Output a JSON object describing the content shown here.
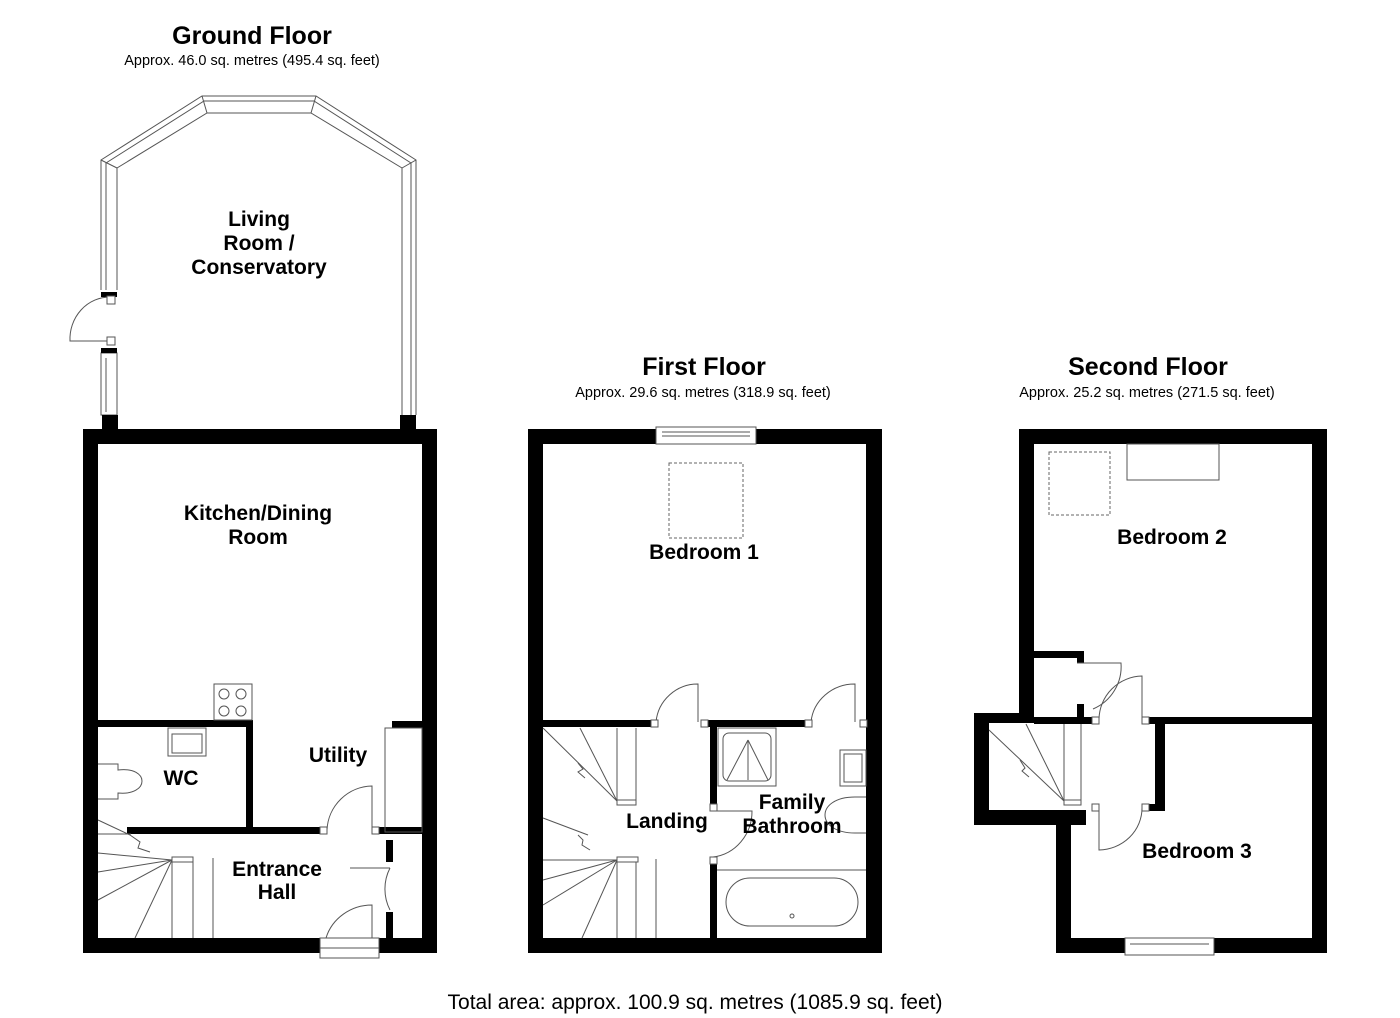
{
  "floors": [
    {
      "id": "ground",
      "title": "Ground Floor",
      "area": "Approx. 46.0 sq. metres (495.4 sq. feet)",
      "rooms": {
        "living_line1": "Living",
        "living_line2": "Room /",
        "living_line3": "Conservatory",
        "kitchen_line1": "Kitchen/Dining",
        "kitchen_line2": "Room",
        "utility": "Utility",
        "wc": "WC",
        "hall_line1": "Entrance",
        "hall_line2": "Hall"
      }
    },
    {
      "id": "first",
      "title": "First Floor",
      "area": "Approx. 29.6 sq. metres (318.9 sq. feet)",
      "rooms": {
        "bedroom1": "Bedroom 1",
        "landing": "Landing",
        "bath_line1": "Family",
        "bath_line2": "Bathroom"
      }
    },
    {
      "id": "second",
      "title": "Second Floor",
      "area": "Approx. 25.2 sq. metres (271.5 sq. feet)",
      "rooms": {
        "bedroom2": "Bedroom 2",
        "bedroom3": "Bedroom 3"
      }
    }
  ],
  "total_area": "Total area: approx. 100.9 sq. metres (1085.9 sq. feet)",
  "colors": {
    "wall": "#000000",
    "fixture_line": "#555555",
    "background": "#ffffff"
  }
}
